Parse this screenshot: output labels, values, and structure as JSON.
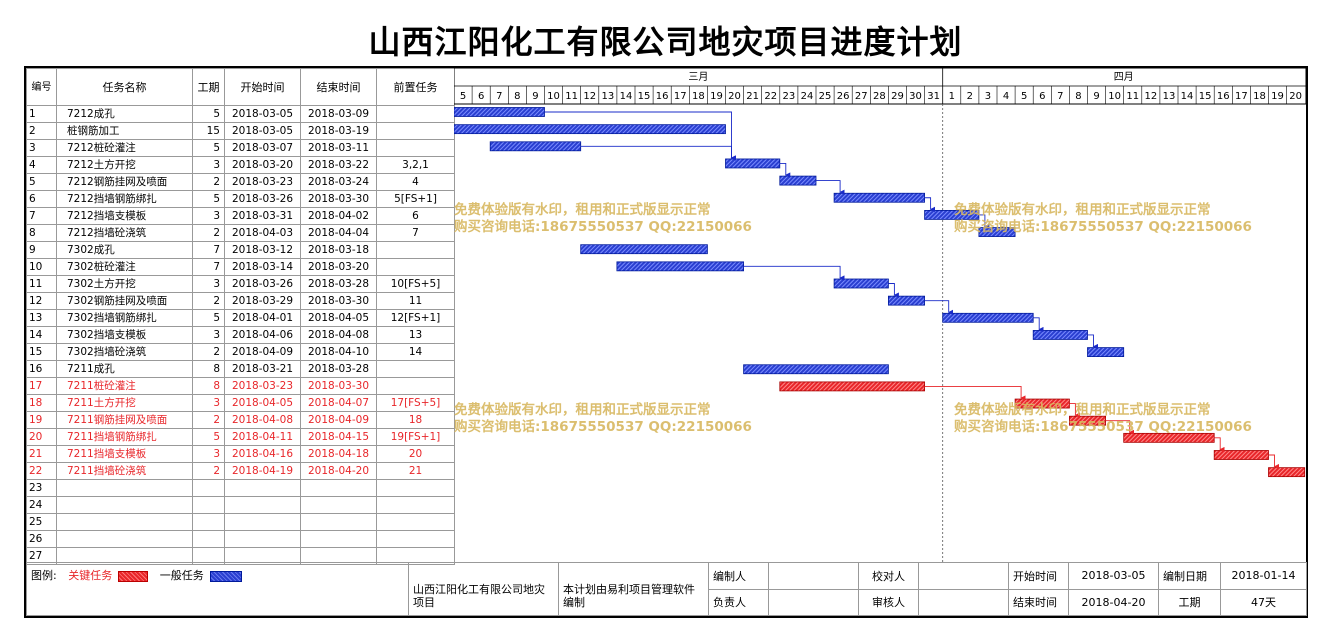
{
  "title": "山西江阳化工有限公司地灾项目进度计划",
  "headers": {
    "no": "编号",
    "name": "任务名称",
    "duration": "工期",
    "start": "开始时间",
    "end": "结束时间",
    "pred": "前置任务"
  },
  "months": [
    {
      "label": "三月",
      "days": [
        5,
        6,
        7,
        8,
        9,
        10,
        11,
        12,
        13,
        14,
        15,
        16,
        17,
        18,
        19,
        20,
        21,
        22,
        23,
        24,
        25,
        26,
        27,
        28,
        29,
        30,
        31
      ]
    },
    {
      "label": "四月",
      "days": [
        1,
        2,
        3,
        4,
        5,
        6,
        7,
        8,
        9,
        10,
        11,
        12,
        13,
        14,
        15,
        16,
        17,
        18,
        19,
        20
      ]
    }
  ],
  "tasks": [
    {
      "no": "1",
      "name": "7212成孔",
      "dur": "5",
      "start": "2018-03-05",
      "end": "2018-03-09",
      "pred": "",
      "crit": false,
      "s": 0,
      "e": 4
    },
    {
      "no": "2",
      "name": "桩钢筋加工",
      "dur": "15",
      "start": "2018-03-05",
      "end": "2018-03-19",
      "pred": "",
      "crit": false,
      "s": 0,
      "e": 14
    },
    {
      "no": "3",
      "name": "7212桩砼灌注",
      "dur": "5",
      "start": "2018-03-07",
      "end": "2018-03-11",
      "pred": "",
      "crit": false,
      "s": 2,
      "e": 6
    },
    {
      "no": "4",
      "name": "7212土方开挖",
      "dur": "3",
      "start": "2018-03-20",
      "end": "2018-03-22",
      "pred": "3,2,1",
      "crit": false,
      "s": 15,
      "e": 17
    },
    {
      "no": "5",
      "name": "7212钢筋挂网及喷面",
      "dur": "2",
      "start": "2018-03-23",
      "end": "2018-03-24",
      "pred": "4",
      "crit": false,
      "s": 18,
      "e": 19
    },
    {
      "no": "6",
      "name": "7212挡墙钢筋绑扎",
      "dur": "5",
      "start": "2018-03-26",
      "end": "2018-03-30",
      "pred": "5[FS+1]",
      "crit": false,
      "s": 21,
      "e": 25
    },
    {
      "no": "7",
      "name": "7212挡墙支模板",
      "dur": "3",
      "start": "2018-03-31",
      "end": "2018-04-02",
      "pred": "6",
      "crit": false,
      "s": 26,
      "e": 28
    },
    {
      "no": "8",
      "name": "7212挡墙砼浇筑",
      "dur": "2",
      "start": "2018-04-03",
      "end": "2018-04-04",
      "pred": "7",
      "crit": false,
      "s": 29,
      "e": 30
    },
    {
      "no": "9",
      "name": "7302成孔",
      "dur": "7",
      "start": "2018-03-12",
      "end": "2018-03-18",
      "pred": "",
      "crit": false,
      "s": 7,
      "e": 13
    },
    {
      "no": "10",
      "name": "7302桩砼灌注",
      "dur": "7",
      "start": "2018-03-14",
      "end": "2018-03-20",
      "pred": "",
      "crit": false,
      "s": 9,
      "e": 15
    },
    {
      "no": "11",
      "name": "7302土方开挖",
      "dur": "3",
      "start": "2018-03-26",
      "end": "2018-03-28",
      "pred": "10[FS+5]",
      "crit": false,
      "s": 21,
      "e": 23
    },
    {
      "no": "12",
      "name": "7302钢筋挂网及喷面",
      "dur": "2",
      "start": "2018-03-29",
      "end": "2018-03-30",
      "pred": "11",
      "crit": false,
      "s": 24,
      "e": 25
    },
    {
      "no": "13",
      "name": "7302挡墙钢筋绑扎",
      "dur": "5",
      "start": "2018-04-01",
      "end": "2018-04-05",
      "pred": "12[FS+1]",
      "crit": false,
      "s": 27,
      "e": 31
    },
    {
      "no": "14",
      "name": "7302挡墙支模板",
      "dur": "3",
      "start": "2018-04-06",
      "end": "2018-04-08",
      "pred": "13",
      "crit": false,
      "s": 32,
      "e": 34
    },
    {
      "no": "15",
      "name": "7302挡墙砼浇筑",
      "dur": "2",
      "start": "2018-04-09",
      "end": "2018-04-10",
      "pred": "14",
      "crit": false,
      "s": 35,
      "e": 36
    },
    {
      "no": "16",
      "name": "7211成孔",
      "dur": "8",
      "start": "2018-03-21",
      "end": "2018-03-28",
      "pred": "",
      "crit": false,
      "s": 16,
      "e": 23
    },
    {
      "no": "17",
      "name": "7211桩砼灌注",
      "dur": "8",
      "start": "2018-03-23",
      "end": "2018-03-30",
      "pred": "",
      "crit": true,
      "s": 18,
      "e": 25
    },
    {
      "no": "18",
      "name": "7211土方开挖",
      "dur": "3",
      "start": "2018-04-05",
      "end": "2018-04-07",
      "pred": "17[FS+5]",
      "crit": true,
      "s": 31,
      "e": 33
    },
    {
      "no": "19",
      "name": "7211钢筋挂网及喷面",
      "dur": "2",
      "start": "2018-04-08",
      "end": "2018-04-09",
      "pred": "18",
      "crit": true,
      "s": 34,
      "e": 35
    },
    {
      "no": "20",
      "name": "7211挡墙钢筋绑扎",
      "dur": "5",
      "start": "2018-04-11",
      "end": "2018-04-15",
      "pred": "19[FS+1]",
      "crit": true,
      "s": 37,
      "e": 41
    },
    {
      "no": "21",
      "name": "7211挡墙支模板",
      "dur": "3",
      "start": "2018-04-16",
      "end": "2018-04-18",
      "pred": "20",
      "crit": true,
      "s": 42,
      "e": 44
    },
    {
      "no": "22",
      "name": "7211挡墙砼浇筑",
      "dur": "2",
      "start": "2018-04-19",
      "end": "2018-04-20",
      "pred": "21",
      "crit": true,
      "s": 45,
      "e": 46
    },
    {
      "no": "23"
    },
    {
      "no": "24"
    },
    {
      "no": "25"
    },
    {
      "no": "26"
    },
    {
      "no": "27"
    }
  ],
  "links": [
    [
      1,
      4
    ],
    [
      3,
      4
    ],
    [
      4,
      5
    ],
    [
      5,
      6
    ],
    [
      6,
      7
    ],
    [
      7,
      8
    ],
    [
      10,
      11
    ],
    [
      11,
      12
    ],
    [
      12,
      13
    ],
    [
      13,
      14
    ],
    [
      14,
      15
    ],
    [
      17,
      18
    ],
    [
      18,
      19
    ],
    [
      19,
      20
    ],
    [
      20,
      21
    ],
    [
      21,
      22
    ]
  ],
  "watermark": {
    "line1": "免费体验版有水印，租用和正式版显示正常",
    "line2": "购买咨询电话:18675550537 QQ:22150066"
  },
  "footer": {
    "legend_label": "图例:",
    "legend_critical": "关键任务",
    "legend_normal": "一般任务",
    "company": "山西江阳化工有限公司地灾项目",
    "software": "本计划由易利项目管理软件编制",
    "author_label": "编制人",
    "author": "",
    "owner_label": "负责人",
    "owner": "",
    "checker_label": "校对人",
    "checker": "",
    "reviewer_label": "审核人",
    "reviewer": "",
    "start_label": "开始时间",
    "start": "2018-03-05",
    "end_label": "结束时间",
    "end": "2018-04-20",
    "made_label": "编制日期",
    "made": "2018-01-14",
    "dur_label": "工期",
    "dur": "47天"
  },
  "colors": {
    "critical": "#e8262a",
    "normal": "#2a3fd0",
    "link_normal": "#1a2bc8",
    "link_critical": "#e8262a"
  }
}
